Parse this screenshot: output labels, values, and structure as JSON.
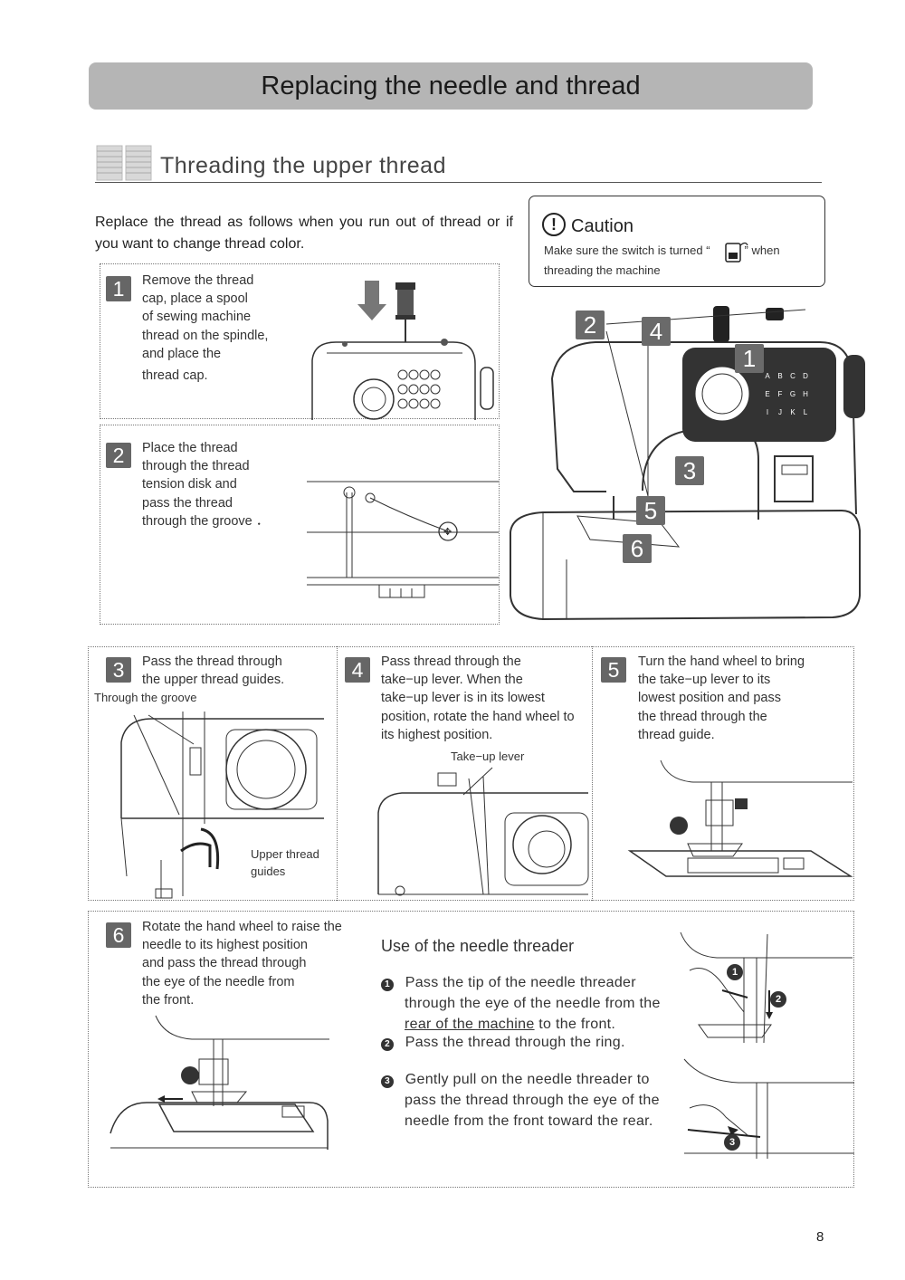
{
  "header": {
    "title": "Replacing the needle and thread"
  },
  "section": {
    "title": "Threading  the  upper  thread",
    "icon": "thread-spools-icon"
  },
  "intro": "Replace the thread as follows when you run out of thread or if you want to change thread color.",
  "caution": {
    "title": "Caution",
    "line1_pre": "Make sure the switch is turned “",
    "line1_post": "” when",
    "line2": "threading the machine",
    "icon": "power-switch-icon"
  },
  "steps": [
    {
      "num": "1",
      "lines": [
        "Remove the thread",
        "cap,  place a spool",
        "of sewing machine",
        "thread on the spindle,",
        "and place the",
        "thread cap."
      ]
    },
    {
      "num": "2",
      "lines": [
        "Place the thread",
        "through the thread",
        "tension disk and",
        " pass the thread",
        "through the groove ．"
      ]
    },
    {
      "num": "3",
      "lines": [
        "Pass the thread through",
        "the upper thread guides."
      ],
      "label_groove": "Through  the  groove",
      "label_guides": [
        "Upper  thread",
        "guides"
      ]
    },
    {
      "num": "4",
      "lines": [
        "Pass thread through the",
        "take−up lever.  When  the",
        "take−up lever is in its lowest",
        "position,   rotate the hand wheel to",
        "its highest position."
      ],
      "label_lever": "Take−up  lever"
    },
    {
      "num": "5",
      "lines": [
        "Turn  the  hand wheel  to  bring",
        "the take−up lever to its",
        "lowest position and pass",
        "the thread through the",
        "thread guide."
      ]
    },
    {
      "num": "6",
      "lines": [
        "Rotate the hand wheel to raise the",
        "needle to its highest position",
        "and pass the thread through",
        "the eye of the needle from",
        "the front."
      ]
    }
  ],
  "diagram_callouts": [
    "2",
    "4",
    "1",
    "3",
    "5",
    "6"
  ],
  "machine_dial_letters": [
    "A",
    "B",
    "C",
    "D",
    "E",
    "F",
    "G",
    "H",
    "I",
    "J",
    "K",
    "L"
  ],
  "threader": {
    "title": "Use of the needle threader",
    "items": [
      {
        "bullet": "1",
        "line1": "Pass  the  tip  of  the  needle  threader",
        "line2": "through  the  eye  of  the  needle  from  the",
        "line3_u": "rear of the machine",
        "line3_rest": " to the front."
      },
      {
        "bullet": "2",
        "line1": "Pass  the  thread  through  the  ring."
      },
      {
        "bullet": "3",
        "line1": "Gently  pull  on  the  needle  threader  to",
        "line2": "pass  the  thread  through  the  eye  of  the",
        "line3": "needle  from  the  front  toward  the  rear."
      }
    ],
    "diagram_callouts": [
      "1",
      "2",
      "3"
    ]
  },
  "page_number": "8"
}
